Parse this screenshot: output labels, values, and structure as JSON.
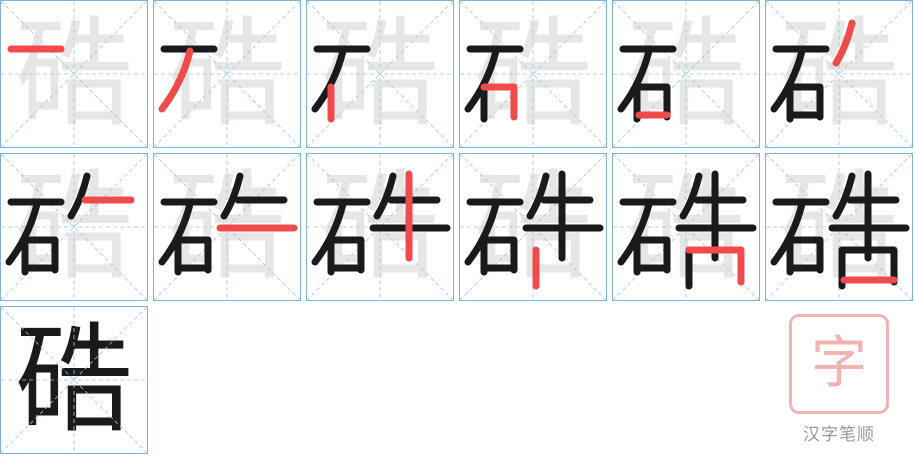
{
  "character": "硞",
  "stroke_steps": [
    1,
    2,
    3,
    4,
    5,
    6,
    7,
    8,
    9,
    10,
    11,
    12,
    13
  ],
  "colors": {
    "grid_border": "#7fb3d5",
    "guide": "#9cc7e3",
    "ghost": "#e6e6e6",
    "done": "#1a1a1a",
    "current": "#f04b4b"
  },
  "watermark": {
    "stamp_glyph": "字",
    "site_name": "汉字笔顺"
  }
}
